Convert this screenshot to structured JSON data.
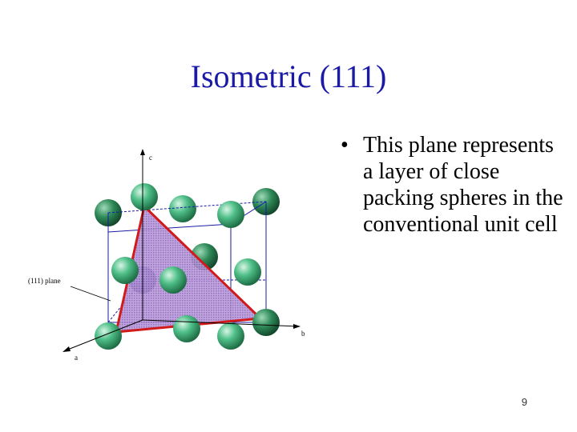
{
  "slide": {
    "title": "Isometric (111)",
    "bullets": [
      "This plane represents a layer of close packing spheres in the conventional unit cell"
    ],
    "bullet_symbol": "•",
    "page_number": "9"
  },
  "diagram": {
    "axis_labels": {
      "a": "a",
      "b": "b",
      "c": "c"
    },
    "plane_label": "(111) plane",
    "colors": {
      "sphere": "#3fb07a",
      "sphere_dark": "#2a7a4f",
      "sphere_back": "#3a3aa0",
      "plane_fill": "#a88bd0",
      "plane_edge": "#d11a1a",
      "cell_edge": "#1a1aa6"
    }
  }
}
